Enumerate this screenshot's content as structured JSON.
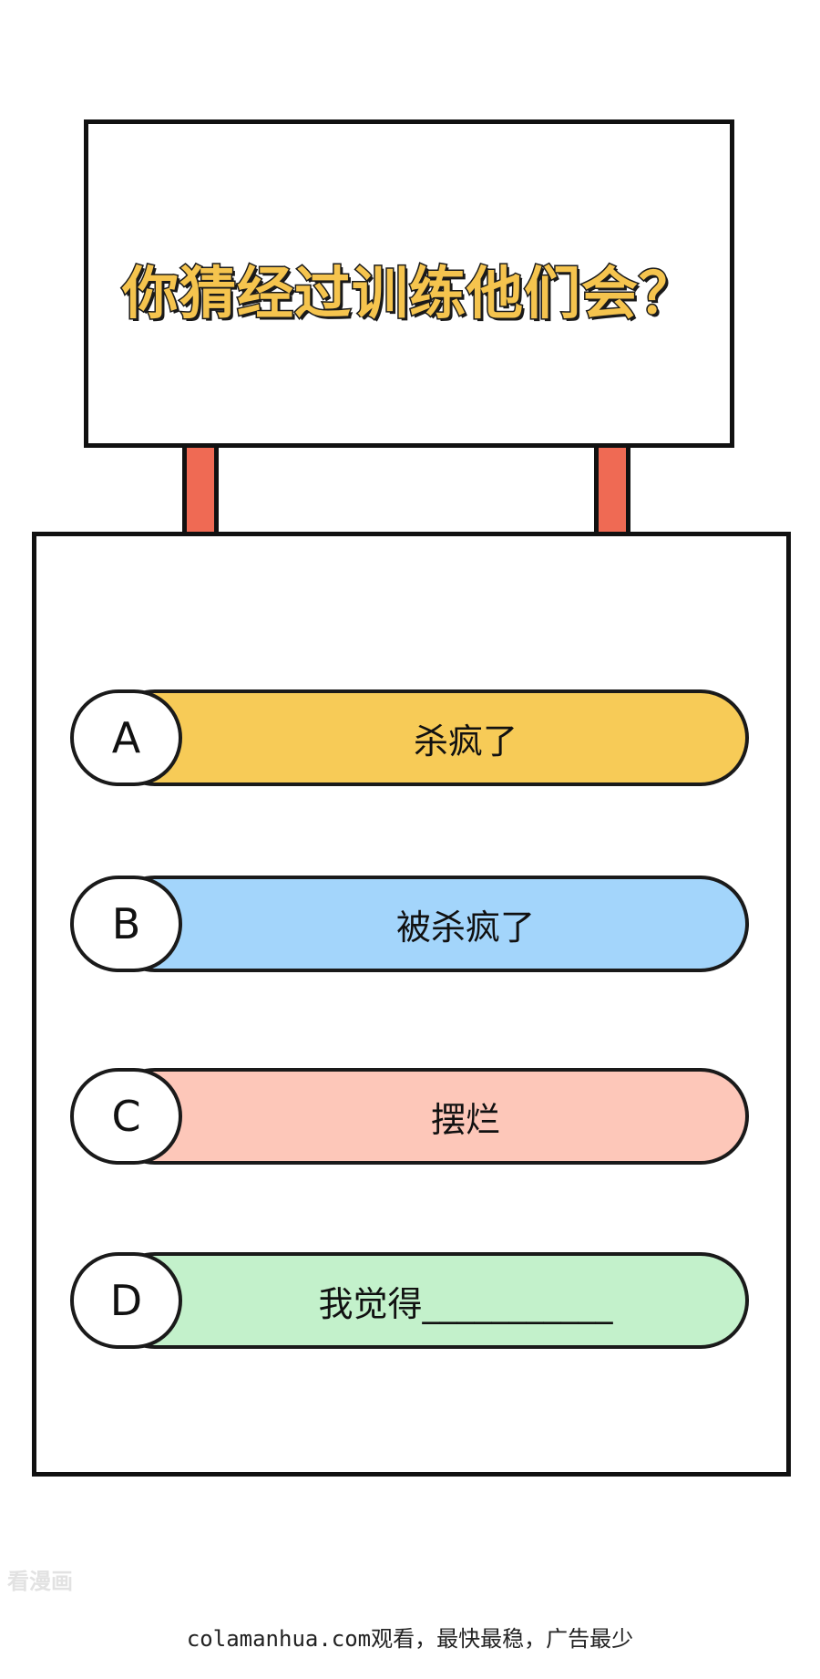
{
  "sign": {
    "title": "你猜经过训练他们会？"
  },
  "options": [
    {
      "letter": "A",
      "text": "杀疯了",
      "color": "#f7cb57"
    },
    {
      "letter": "B",
      "text": "被杀疯了",
      "color": "#a3d5fb"
    },
    {
      "letter": "C",
      "text": "摆烂",
      "color": "#fdc7b9"
    },
    {
      "letter": "D",
      "text": "我觉得___________",
      "color": "#c3f1cb"
    }
  ],
  "colors": {
    "post": "#ef6a54",
    "title_fill": "#f5c44e",
    "outline": "#111111"
  },
  "watermark": "看漫画",
  "footer": "colamanhua.com观看，最快最稳，广告最少"
}
